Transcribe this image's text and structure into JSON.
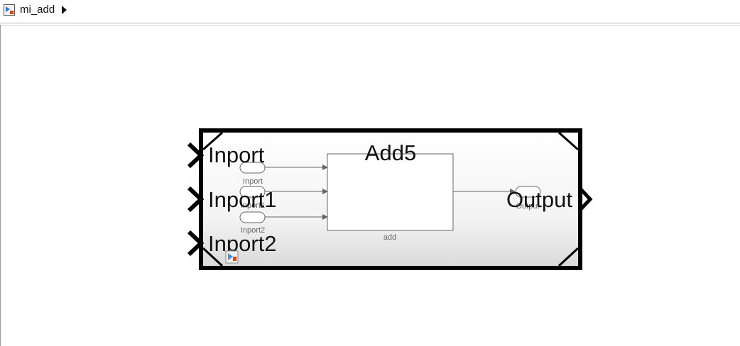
{
  "breadcrumb": {
    "model_name": "mi_add"
  },
  "block": {
    "inports": [
      "Inport",
      "Inport1",
      "Inport2"
    ],
    "outport": "Output"
  },
  "inner": {
    "subsystem_title": "Add5",
    "subsystem_label": "add",
    "inport_labels": [
      "Inport",
      "Inport1",
      "Inport2"
    ],
    "outport_label": "Output"
  }
}
